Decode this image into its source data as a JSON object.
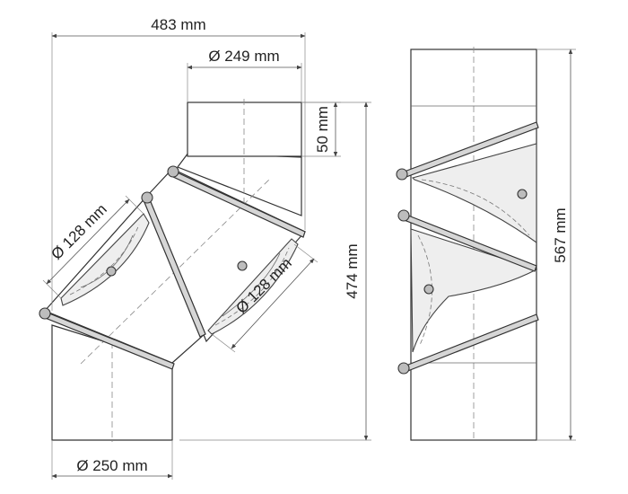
{
  "drawing": {
    "dimensions": {
      "overall_width": "483 mm",
      "top_diameter": "Ø 249 mm",
      "top_collar": "50 mm",
      "bend_height": "474 mm",
      "flap_left": "Ø 128 mm",
      "flap_right": "Ø 128 mm",
      "bottom_diameter": "Ø 250 mm",
      "straight_length": "567 mm"
    },
    "colors": {
      "line": "#333333",
      "rod": "#d6d6d6",
      "knob": "#bdbdbd"
    }
  }
}
